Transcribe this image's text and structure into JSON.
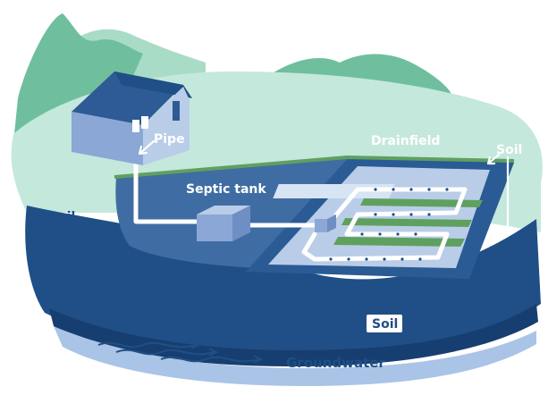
{
  "labels": {
    "pipe": "Pipe",
    "drainfield": "Drainfield",
    "soil_right": "Soil",
    "septic_tank": "Septic tank",
    "soil_left": "Soil",
    "soil_boxed": "Soil",
    "groundwater": "Groundwater"
  },
  "colors": {
    "hill_green": "#6fbf9e",
    "hill_light": "#a8dcc6",
    "ground_surface": "#c4e8dc",
    "soil_dark": "#1f4f86",
    "soil_deep": "#173e70",
    "groundwater": "#a9c4e6",
    "tank_cavity": "#3f6da3",
    "house_wall": "#8ba7d6",
    "house_roof": "#2e5a96",
    "gravel": "#b9cde8",
    "grass": "#5fa05f",
    "pipe": "#ffffff"
  }
}
